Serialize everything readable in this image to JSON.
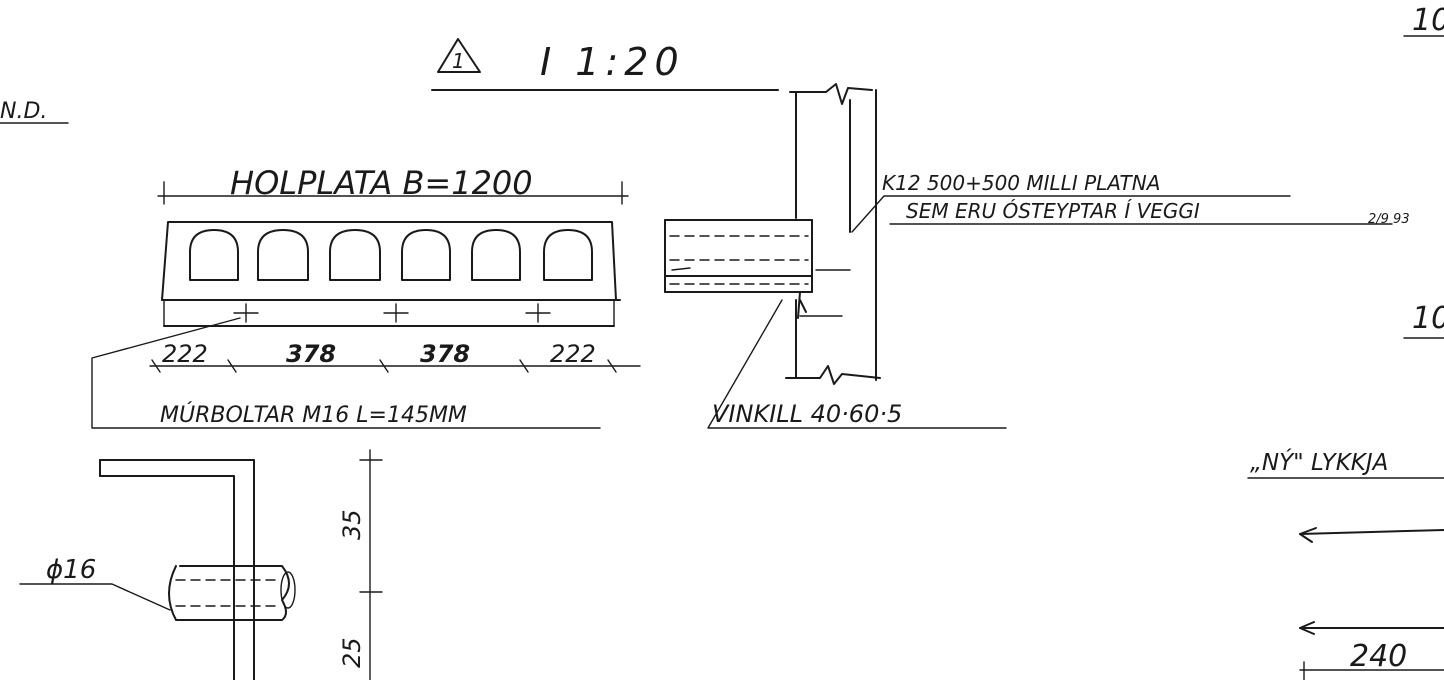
{
  "drawing": {
    "section_mark": "1",
    "section_title": "I  1:20",
    "partial_left": "N.D.",
    "partial_top_right": "10",
    "partial_mid_right": "10",
    "partial_ny": "„NÝ\" LYKKJA",
    "slab_label": "HOLPLATA B=1200",
    "dim_222_left": "222",
    "dim_378_a": "378",
    "dim_378_b": "378",
    "dim_222_right": "222",
    "bolt_label": "MÚRBOLTAR M16 L=145MM",
    "note_line1": "K12 500+500 MILLI PLATNA",
    "note_line2": "SEM ERU ÓSTEYPTAR Í VEGGI",
    "note_date": "2/9 93",
    "angle_label": "VINKILL 40·60·5",
    "phi_label": "ϕ16",
    "dim_35": "35",
    "dim_25": "25",
    "dim_240": "240"
  }
}
